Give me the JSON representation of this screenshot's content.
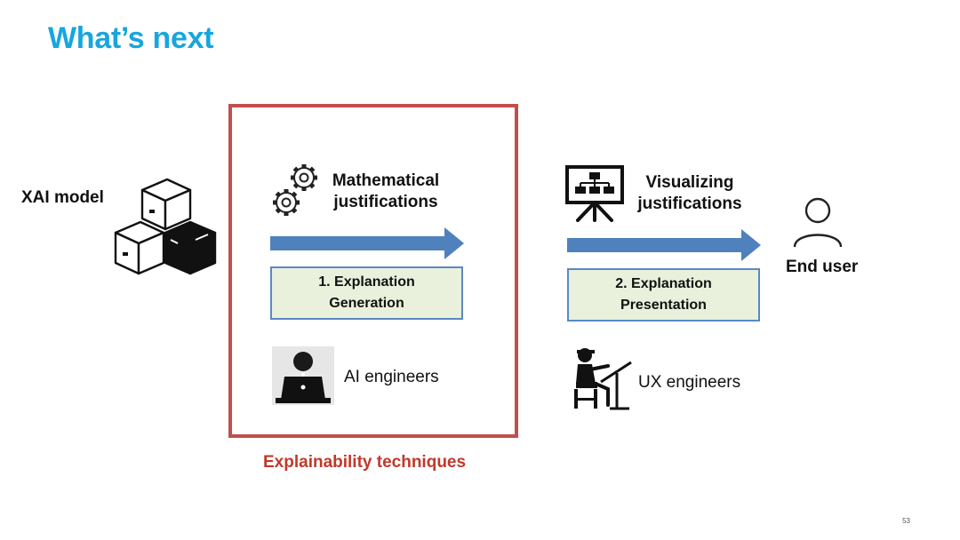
{
  "title": "What’s next",
  "source": {
    "label": "XAI model",
    "icon": "stacked-boxes-icon"
  },
  "group": {
    "caption": "Explainability techniques",
    "border_color": "#c0504d"
  },
  "stage1": {
    "heading": "Mathematical\njustifications",
    "icon": "gears-icon",
    "box_label": "1. Explanation\nGeneration",
    "role_label": "AI engineers",
    "role_icon": "laptop-user-icon"
  },
  "stage2": {
    "heading": "Visualizing\njustifications",
    "icon": "presentation-board-icon",
    "box_label": "2. Explanation\nPresentation",
    "role_label": "UX engineers",
    "role_icon": "drafting-person-icon"
  },
  "target": {
    "label": "End user",
    "icon": "user-icon"
  },
  "colors": {
    "title": "#17a6dd",
    "arrow": "#4f81bd",
    "box_fill": "#e9f1dc",
    "caption": "#c0392b"
  },
  "page_number": "53"
}
